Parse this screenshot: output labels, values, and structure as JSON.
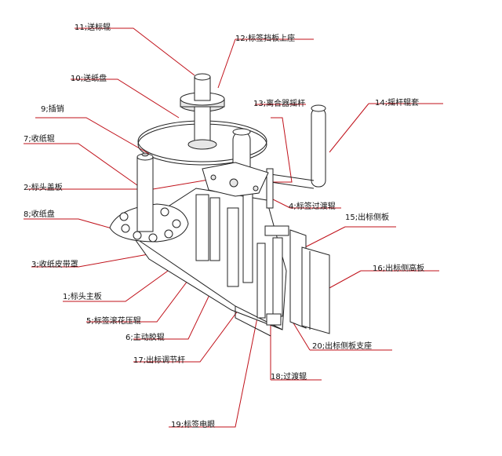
{
  "labels": {
    "l1": "11;送标辊",
    "l2": "12;标签挡板上座",
    "l3": "10;送纸盘",
    "l4": "13;离合器摇杆",
    "l5": "14;摇杆辊套",
    "l6": "9;插销",
    "l7": "7;收纸辊",
    "l8": "2;标头盖板",
    "l9": "4;标签过渡辊",
    "l10": "8;收纸盘",
    "l11": "15;出标侧板",
    "l12": "3;收纸皮带罩",
    "l13": "16;出标侧高板",
    "l14": "1;标头主板",
    "l15": "5;标签滚花压辊",
    "l16": "6;主动胶辊",
    "l17": "20;出标侧板支座",
    "l18": "17;出标调节杆",
    "l19": "18;过渡辊",
    "l20": "19;标签电眼"
  }
}
